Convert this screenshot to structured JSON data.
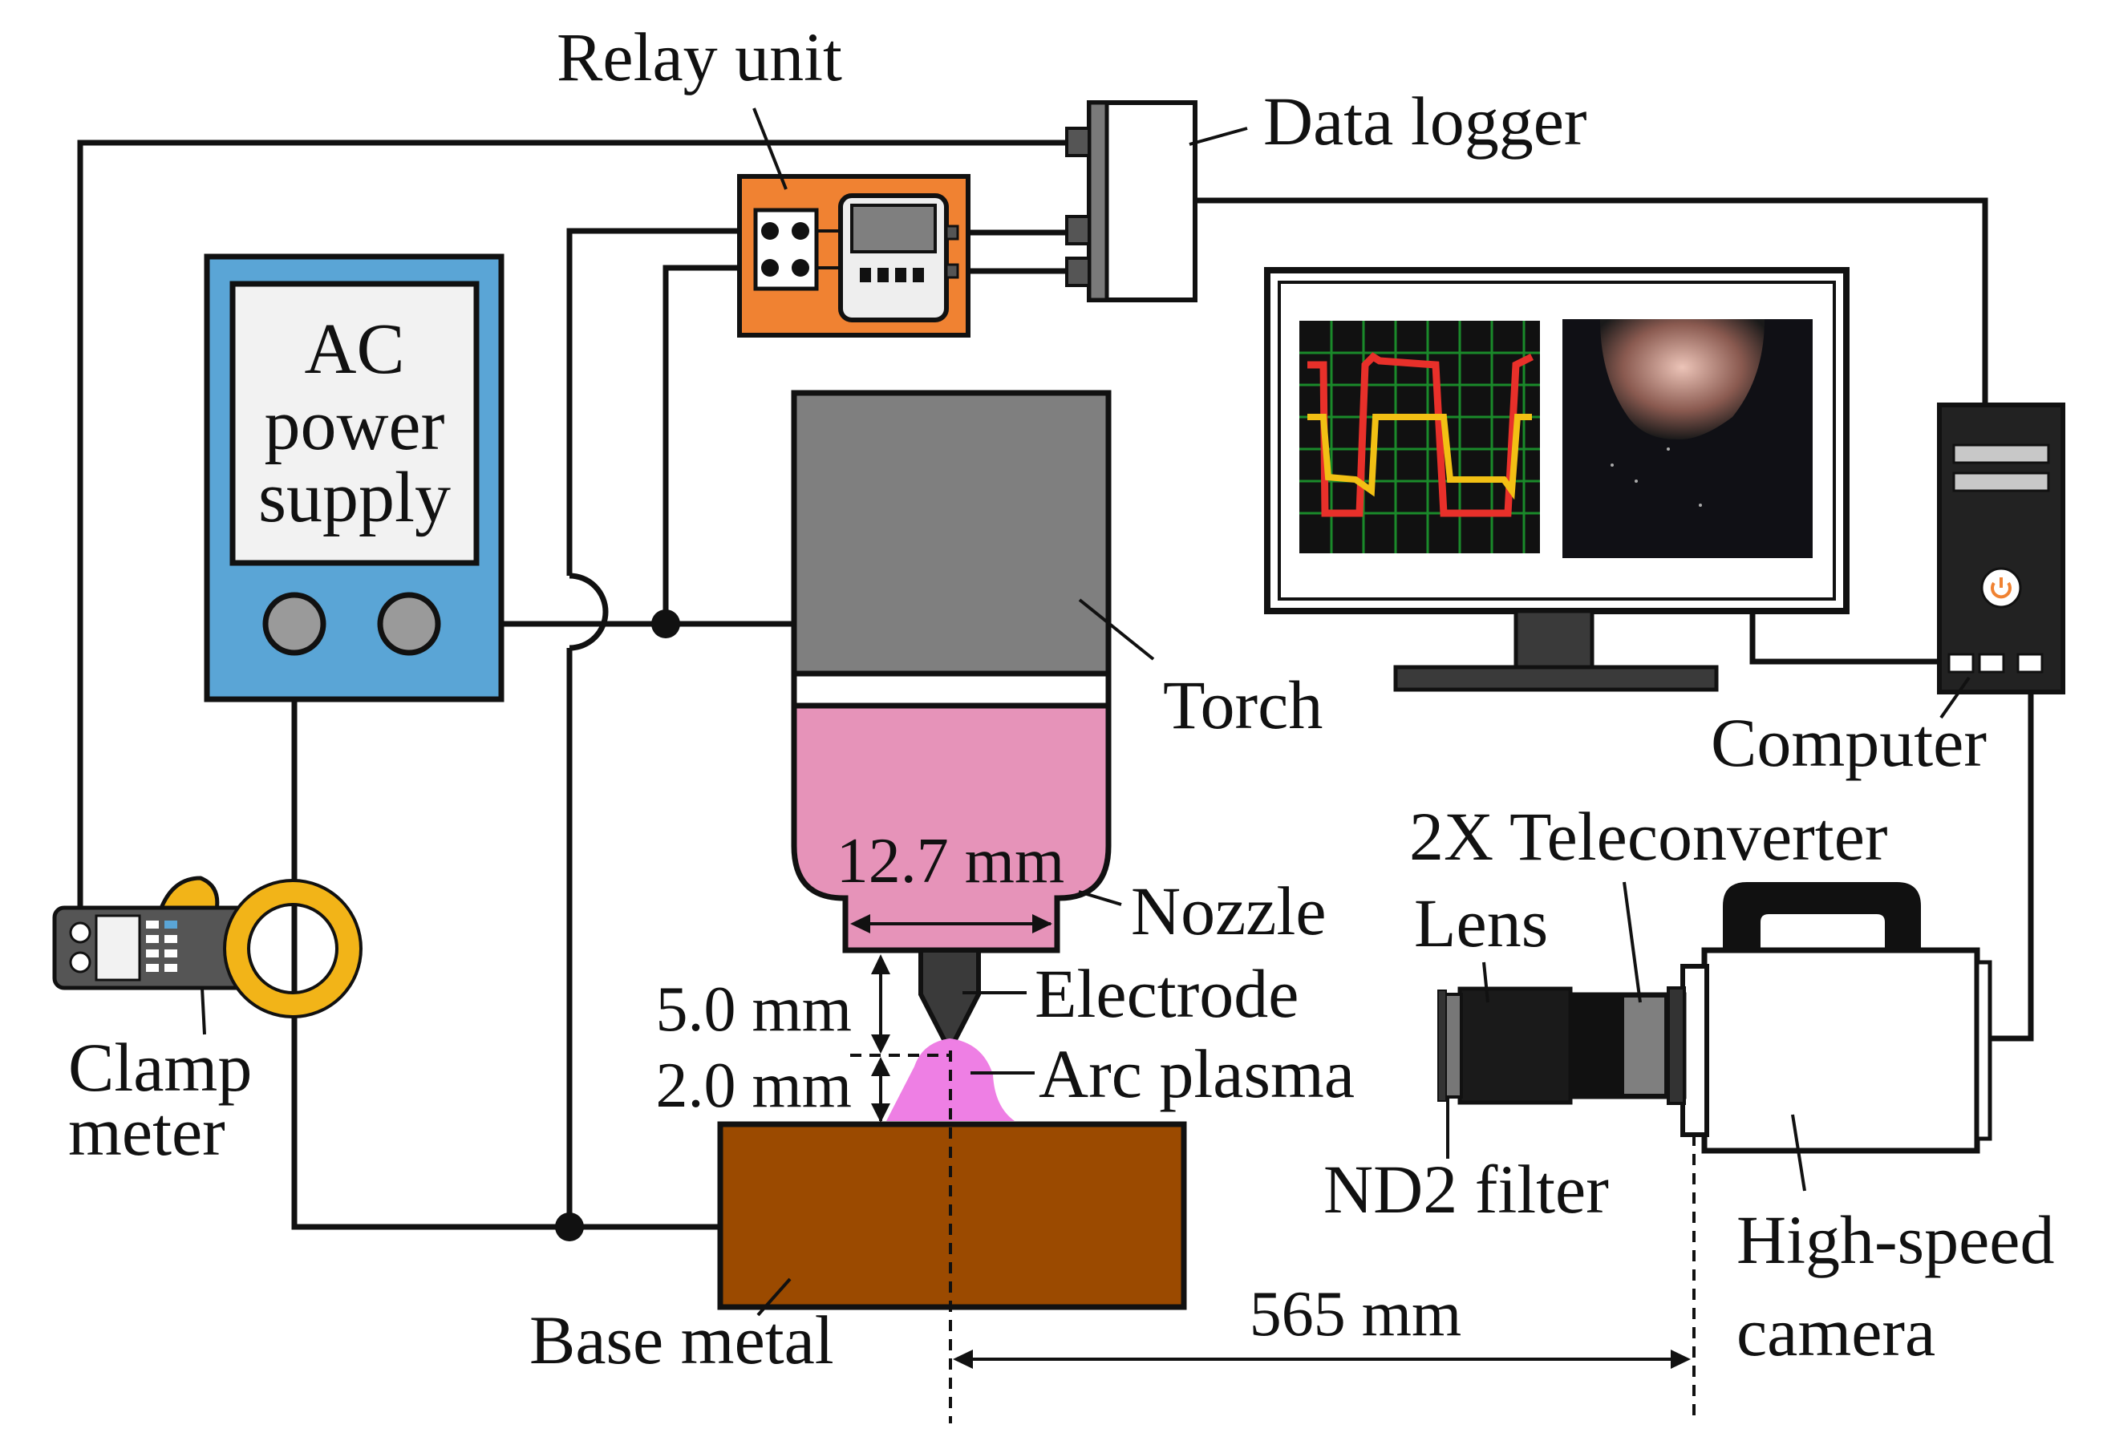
{
  "labels": {
    "relay_unit": "Relay unit",
    "data_logger": "Data logger",
    "ac_power_supply": [
      "AC",
      "power",
      "supply"
    ],
    "torch": "Torch",
    "computer": "Computer",
    "teleconverter": "2X Teleconverter",
    "lens": "Lens",
    "nozzle": "Nozzle",
    "electrode": "Electrode",
    "arc_plasma": "Arc plasma",
    "clamp_meter": [
      "Clamp",
      "meter"
    ],
    "nd2_filter": "ND2 filter",
    "high_speed_camera": [
      "High-speed",
      "camera"
    ],
    "base_metal": "Base metal"
  },
  "dimensions": {
    "nozzle_diameter": "12.7 mm",
    "electrode_gap": "5.0 mm",
    "arc_gap": "2.0 mm",
    "camera_distance": "565 mm"
  },
  "colors": {
    "power_supply_body": "#5aa5d6",
    "relay_body": "#f08232",
    "torch_body": "#7f7f7f",
    "nozzle": "#e693b9",
    "arc_plasma": "#ee7fe4",
    "base_metal": "#9b4a00",
    "clamp_yellow": "#f2b418",
    "waveform_red": "#e8302a",
    "waveform_yellow": "#f2c014",
    "oscilloscope_grid": "#1a8a2a"
  }
}
